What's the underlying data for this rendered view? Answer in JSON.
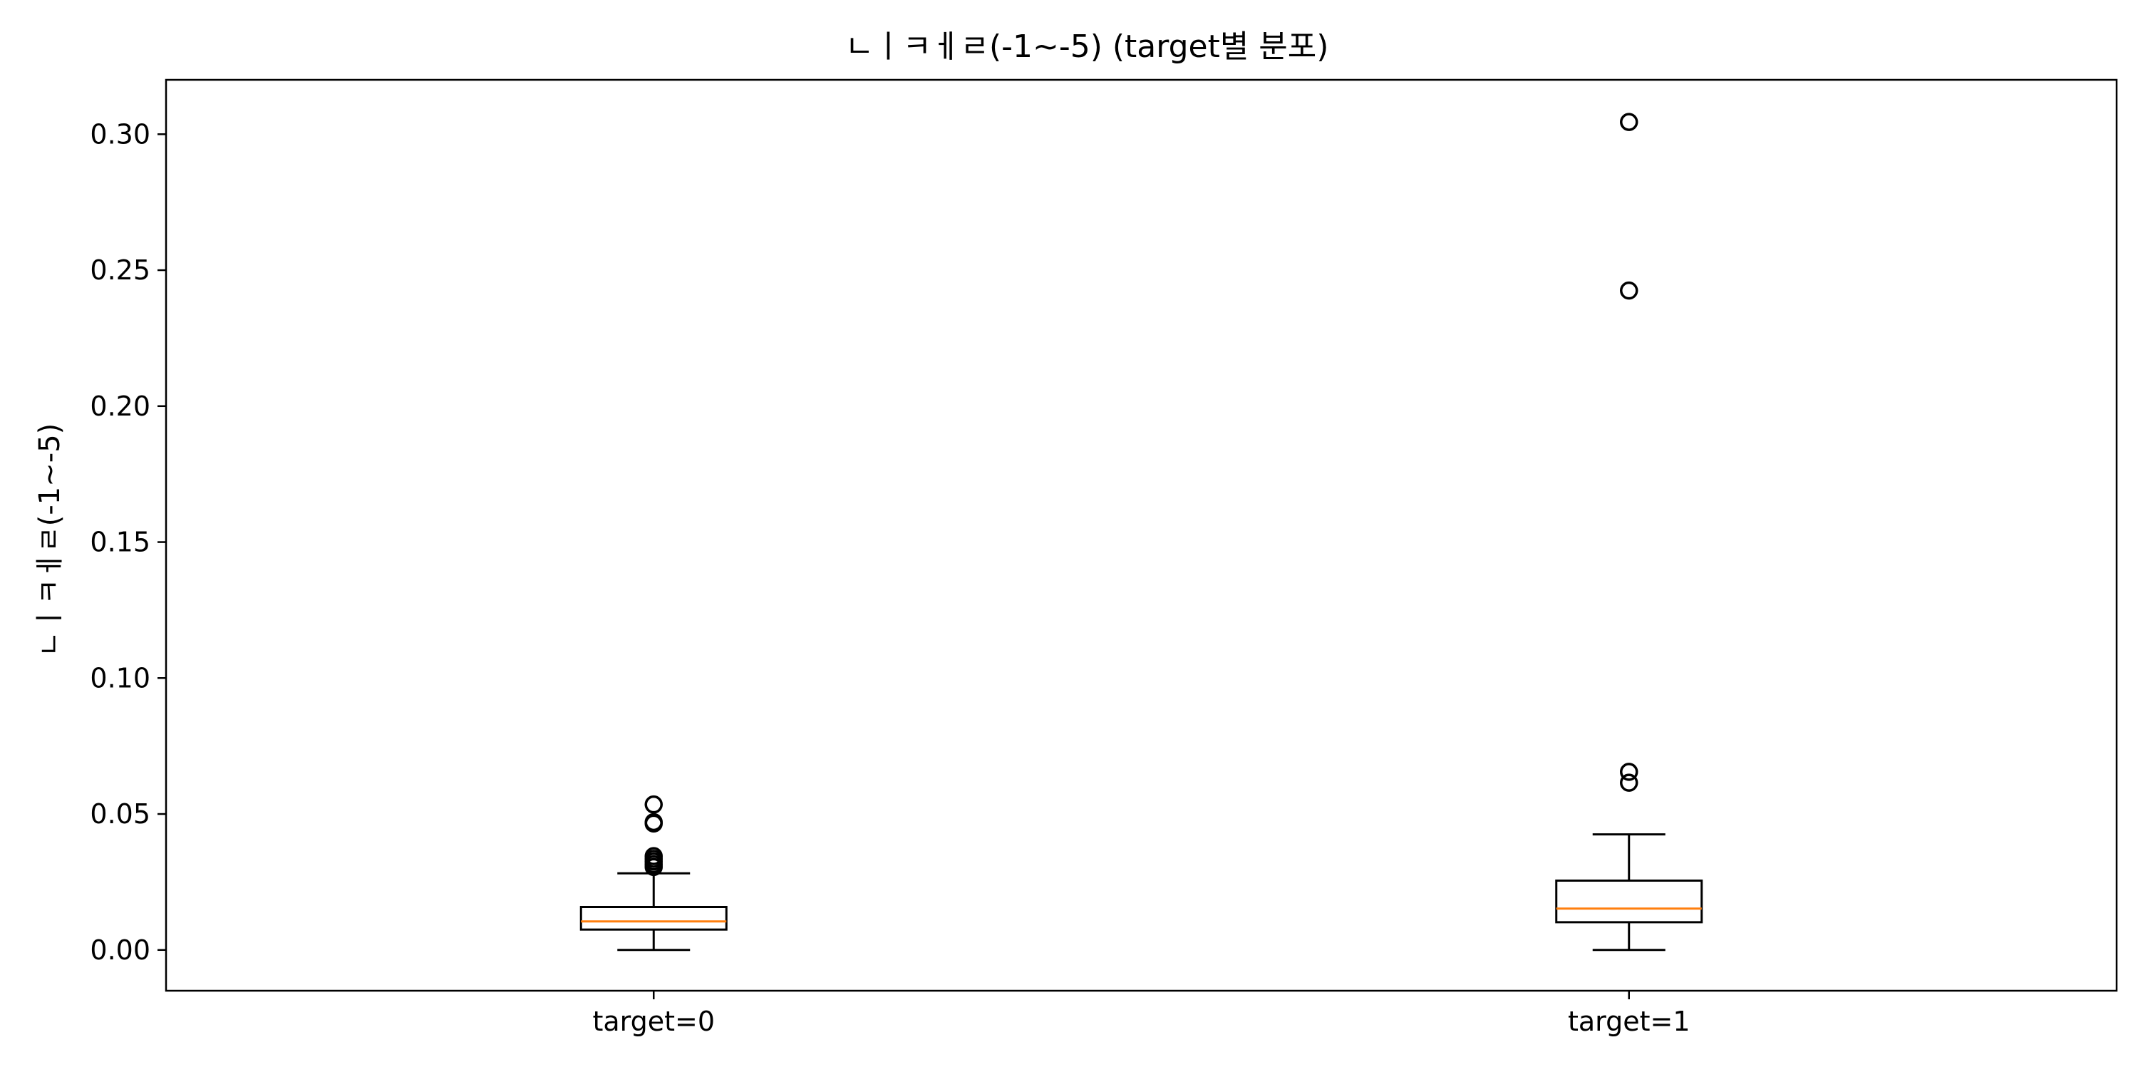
{
  "chart_data": {
    "type": "box",
    "title": "ㄴㅣㅋㅔㄹ(-1~-5) (target별 분포)",
    "xlabel": "",
    "ylabel": "ㄴㅣㅋㅔㄹ(-1~-5)",
    "categories": [
      "target=0",
      "target=1"
    ],
    "ylim": [
      -0.015,
      0.32
    ],
    "yticks": [
      0.0,
      0.05,
      0.1,
      0.15,
      0.2,
      0.25,
      0.3
    ],
    "ytick_labels": [
      "0.00",
      "0.05",
      "0.10",
      "0.15",
      "0.20",
      "0.25",
      "0.30"
    ],
    "grid": false,
    "boxes": [
      {
        "category": "target=0",
        "whisker_low": 0.0,
        "q1": 0.0075,
        "median": 0.0105,
        "q3": 0.0158,
        "whisker_high": 0.0282,
        "outliers": [
          0.0305,
          0.0315,
          0.0325,
          0.0335,
          0.0345,
          0.0465,
          0.047,
          0.0535
        ]
      },
      {
        "category": "target=1",
        "whisker_low": 0.0,
        "q1": 0.0102,
        "median": 0.0152,
        "q3": 0.0255,
        "whisker_high": 0.0425,
        "outliers": [
          0.0615,
          0.0655,
          0.2425,
          0.3045
        ]
      }
    ],
    "colors": {
      "box": "#000000",
      "median": "#ff7f0e",
      "outlier": "#000000"
    }
  }
}
